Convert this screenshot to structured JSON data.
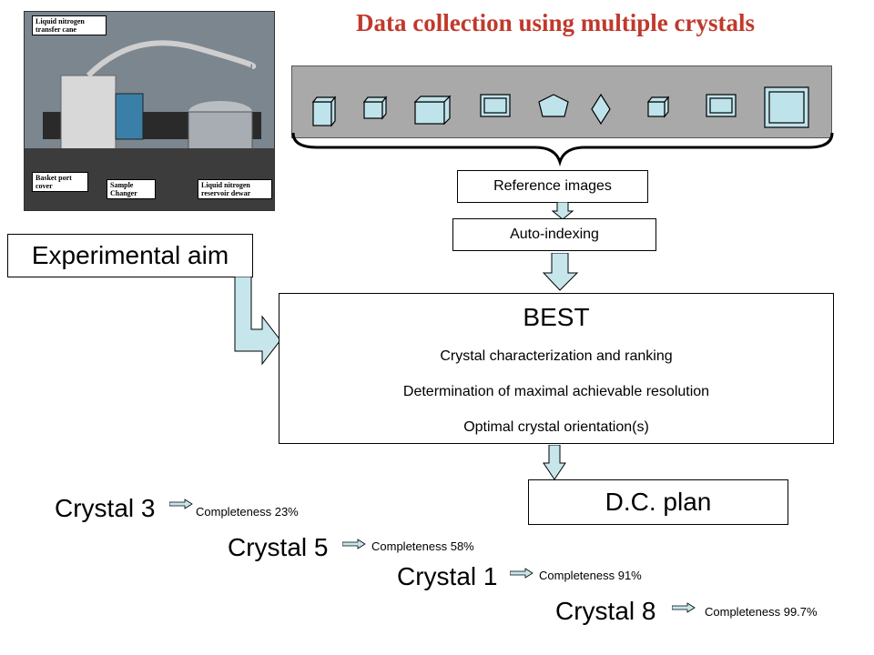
{
  "title": "Data collection using multiple crystals",
  "photo": {
    "labels": {
      "transfer_cane": "Liquid nitrogen transfer cane",
      "basket_port": "Basket port cover",
      "sample_changer": "Sample Changer",
      "reservoir": "Liquid nitrogen reservoir dewar"
    }
  },
  "flow": {
    "reference_images": "Reference images",
    "auto_indexing": "Auto-indexing",
    "experimental_aim": "Experimental aim",
    "dc_plan": "D.C. plan"
  },
  "best": {
    "title": "BEST",
    "line1": "Crystal characterization and ranking",
    "line2": "Determination of maximal achievable resolution",
    "line3": "Optimal crystal orientation(s)"
  },
  "crystals": [
    {
      "name": "Crystal 3",
      "completeness": "Completeness 23%"
    },
    {
      "name": "Crystal 5",
      "completeness": "Completeness 58%"
    },
    {
      "name": "Crystal 1",
      "completeness": "Completeness 91%"
    },
    {
      "name": "Crystal 8",
      "completeness": "Completeness 99.7%"
    }
  ],
  "colors": {
    "title": "#c0392b",
    "shape_fill": "#bfe3ea",
    "arrow_fill": "#c6e6ec",
    "strip": "#a9a9a9"
  }
}
